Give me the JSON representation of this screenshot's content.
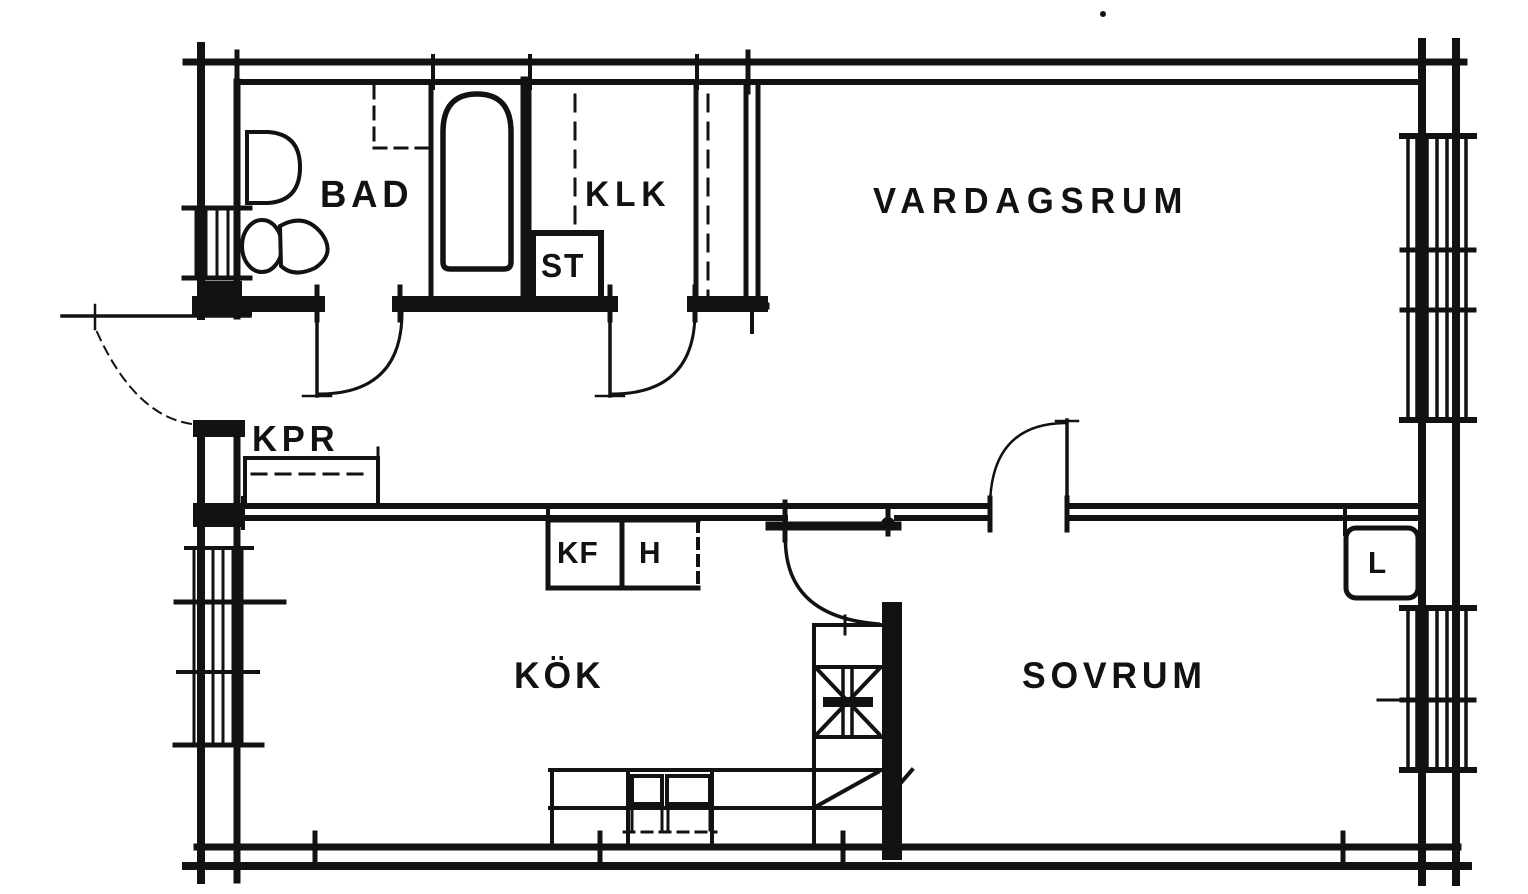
{
  "document": {
    "kind": "apartment floor plan (hand-drawn, black ink on white)"
  },
  "colors": {
    "ink": "#121212",
    "paper": "#ffffff"
  },
  "plan": {
    "rooms": [
      {
        "id": "bad",
        "label": "BAD"
      },
      {
        "id": "klk",
        "label": "KLK"
      },
      {
        "id": "st",
        "label": "ST"
      },
      {
        "id": "vardagsrum",
        "label": "VARDAGSRUM"
      },
      {
        "id": "kpr",
        "label": "KPR"
      },
      {
        "id": "kf",
        "label": "KF"
      },
      {
        "id": "h",
        "label": "H"
      },
      {
        "id": "kok",
        "label": "KÖK"
      },
      {
        "id": "sovrum",
        "label": "SOVRUM"
      },
      {
        "id": "l",
        "label": "L"
      }
    ]
  }
}
